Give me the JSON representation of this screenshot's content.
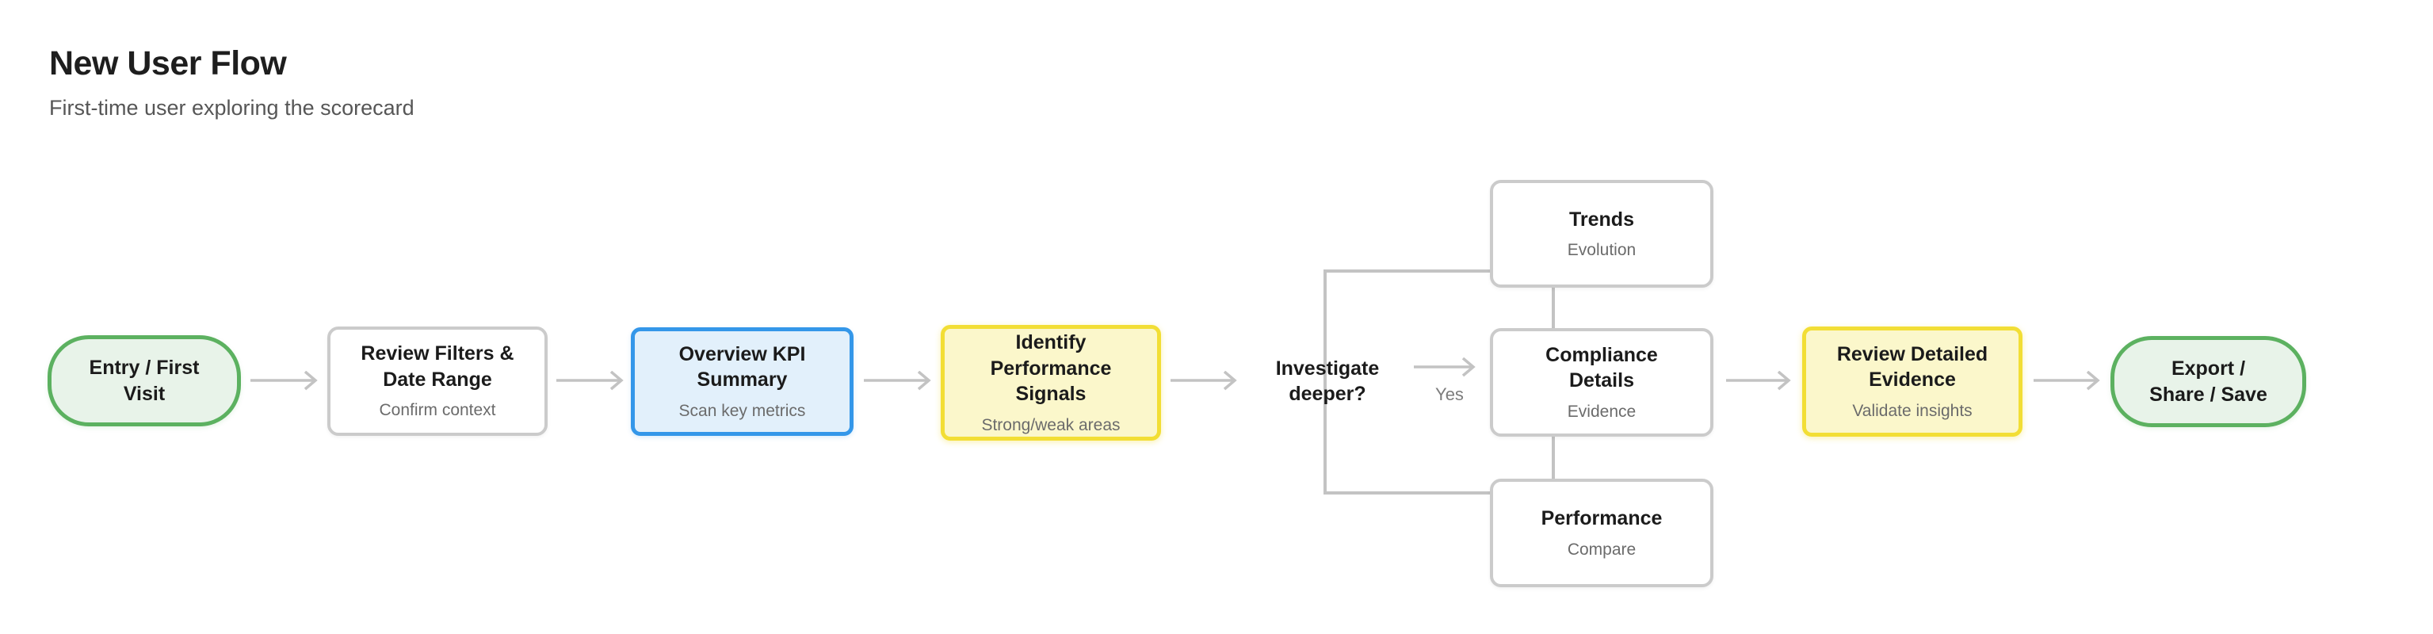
{
  "header": {
    "title": "New User Flow",
    "subtitle": "First-time user exploring the scorecard"
  },
  "flow": {
    "nodes": {
      "entry": {
        "type": "start-pill",
        "title_lines": [
          "Entry / First",
          "Visit"
        ]
      },
      "review_filters": {
        "type": "step",
        "title_lines": [
          "Review Filters &",
          "Date Range"
        ],
        "subtitle": "Confirm context"
      },
      "overview_kpi": {
        "type": "highlight-blue",
        "title_lines": [
          "Overview KPI",
          "Summary"
        ],
        "subtitle": "Scan key metrics"
      },
      "identify_signals": {
        "type": "highlight-yellow",
        "title_lines": [
          "Identify",
          "Performance",
          "Signals"
        ],
        "subtitle": "Strong/weak areas"
      },
      "decision": {
        "type": "decision",
        "title_lines": [
          "Investigate",
          "deeper?"
        ]
      },
      "trends": {
        "type": "step",
        "title_lines": [
          "Trends"
        ],
        "subtitle": "Evolution"
      },
      "compliance_details": {
        "type": "step",
        "title_lines": [
          "Compliance",
          "Details"
        ],
        "subtitle": "Evidence"
      },
      "performance": {
        "type": "step",
        "title_lines": [
          "Performance"
        ],
        "subtitle": "Compare"
      },
      "review_evidence": {
        "type": "highlight-yellow",
        "title_lines": [
          "Review Detailed",
          "Evidence"
        ],
        "subtitle": "Validate insights"
      },
      "export": {
        "type": "end-pill",
        "title_lines": [
          "Export /",
          "Share / Save"
        ]
      }
    },
    "edge_labels": {
      "yes": "Yes"
    },
    "edges": [
      {
        "from": "entry",
        "to": "review_filters",
        "style": "arrow"
      },
      {
        "from": "review_filters",
        "to": "overview_kpi",
        "style": "arrow"
      },
      {
        "from": "overview_kpi",
        "to": "identify_signals",
        "style": "arrow"
      },
      {
        "from": "identify_signals",
        "to": "decision",
        "style": "arrow"
      },
      {
        "from": "decision",
        "to": "compliance_details",
        "style": "arrow",
        "label": "Yes"
      },
      {
        "from": "decision",
        "to": "trends",
        "style": "line"
      },
      {
        "from": "decision",
        "to": "performance",
        "style": "line"
      },
      {
        "from": "trends",
        "to": "compliance_details",
        "style": "line"
      },
      {
        "from": "compliance_details",
        "to": "performance",
        "style": "line"
      },
      {
        "from": "compliance_details",
        "to": "review_evidence",
        "style": "arrow"
      },
      {
        "from": "review_evidence",
        "to": "export",
        "style": "arrow"
      }
    ],
    "colors": {
      "green_border": "#5CB160",
      "green_fill": "#E8F3E9",
      "blue_border": "#3497E9",
      "blue_fill": "#E2F0FB",
      "yellow_border": "#F2DE35",
      "yellow_fill": "#FBF7CB",
      "gray_border": "#CBCBCB",
      "connector": "#C3C3C3"
    }
  }
}
